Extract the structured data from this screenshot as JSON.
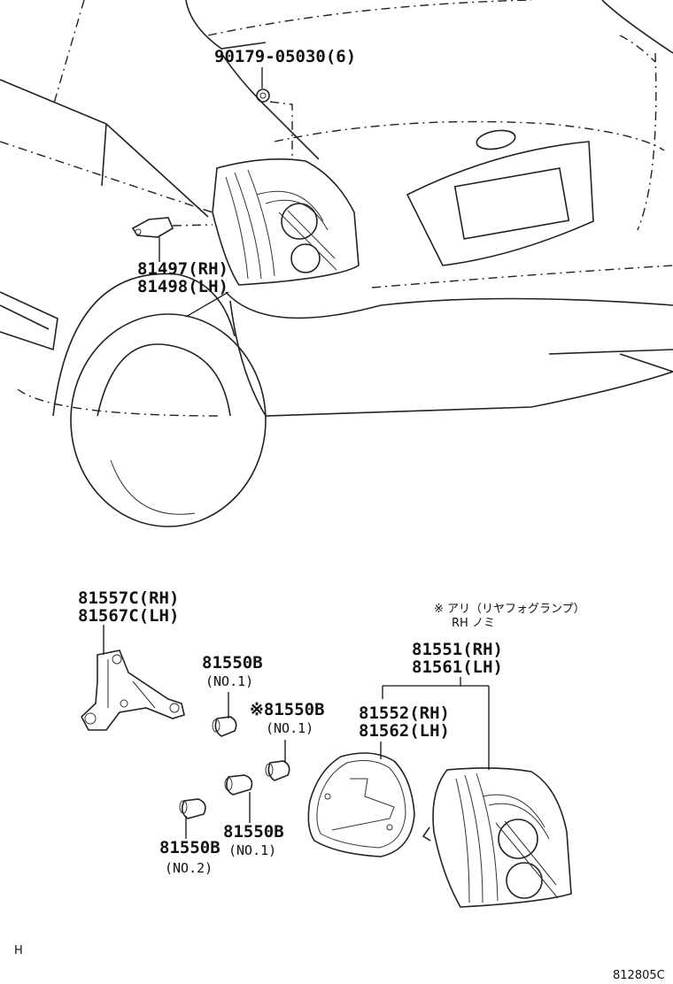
{
  "parts": {
    "screw": "90179-05030(6)",
    "cover_rh": "81497(RH)",
    "cover_lh": "81498(LH)",
    "socket_rh": "81557C(RH)",
    "socket_lh": "81567C(LH)",
    "bulb_a": "81550B",
    "bulb_a_qty": "(NO.1)",
    "bulb_b": "※81550B",
    "bulb_b_qty": "(NO.1)",
    "bulb_c": "81550B",
    "bulb_c_qty": "(NO.1)",
    "bulb_d": "81550B",
    "bulb_d_qty": "(NO.2)",
    "lamp_rh": "81551(RH)",
    "lamp_lh": "81561(LH)",
    "gasket_rh": "81552(RH)",
    "gasket_lh": "81562(LH)"
  },
  "notes": {
    "fog_note_line1": "※ アリ（リヤフォグランプ）",
    "fog_note_line2": "RH ノミ"
  },
  "footer": {
    "left_mark": "H",
    "figure_code": "812805C"
  }
}
